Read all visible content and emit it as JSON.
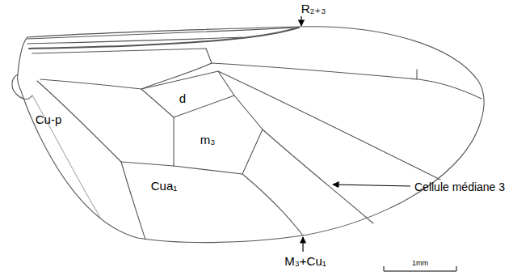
{
  "diagram": {
    "labels": [
      "R₂₊₃",
      "d",
      "Cu-p",
      "m₃",
      "Cua₁",
      "Cellule médiane 3",
      "M₃+Cu₁",
      "1mm"
    ]
  }
}
